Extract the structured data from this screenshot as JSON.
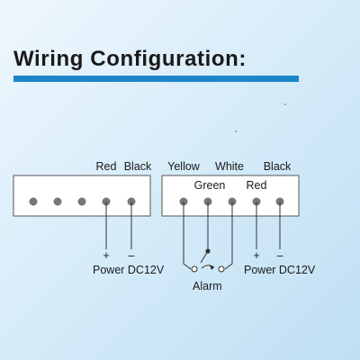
{
  "title": "Wiring Configuration:",
  "colors": {
    "title_bar": "#1e86c8",
    "line": "#333333",
    "terminal": "#777777"
  },
  "left_block": {
    "wire_labels": [
      "Red",
      "Black"
    ],
    "signs": [
      "+",
      "–"
    ],
    "power_label": "Power DC12V"
  },
  "right_block": {
    "wire_labels_top": [
      "Yellow",
      "White",
      "Black"
    ],
    "wire_labels_mid": [
      "Green",
      "Red"
    ],
    "signs": [
      "+",
      "–"
    ],
    "power_label": "Power DC12V",
    "alarm_label": "Alarm"
  }
}
